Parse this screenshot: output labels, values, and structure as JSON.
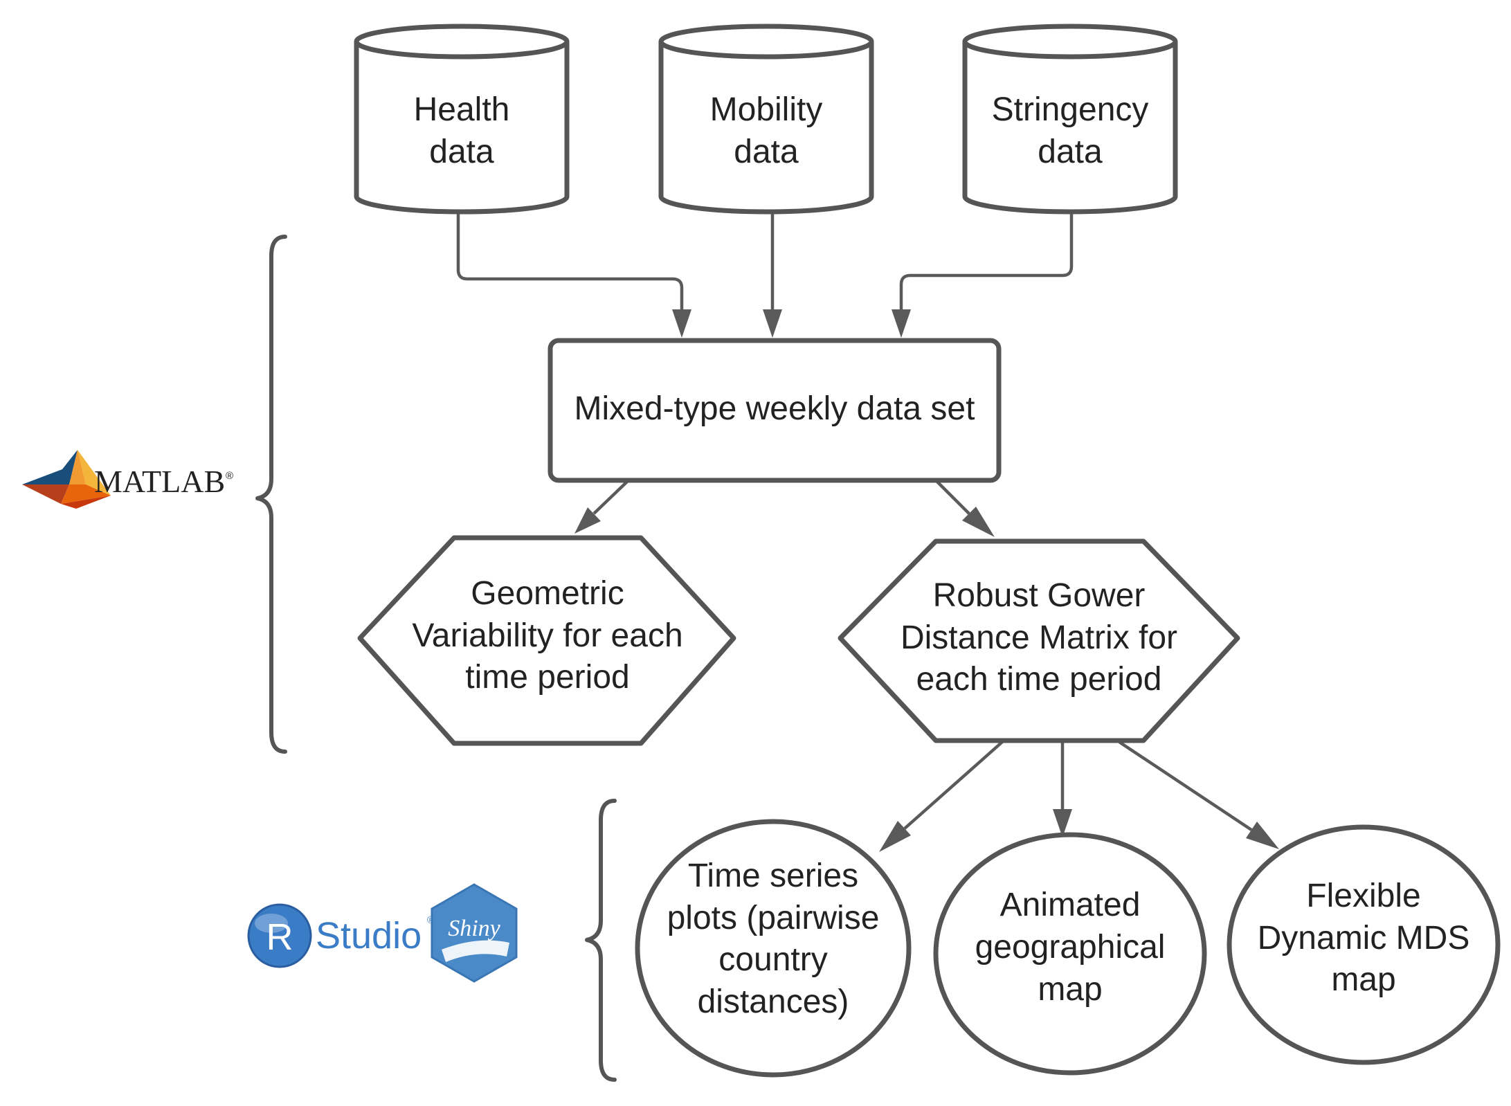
{
  "colors": {
    "stroke": "#555555",
    "text": "#222222",
    "matlab_logo": "#e8650c",
    "rstudio_blue": "#3a7cc6",
    "shiny_blue": "#4a8ac9"
  },
  "logos": {
    "matlab": {
      "icon": "matlab-membrane-icon",
      "wordmark": "MATLAB",
      "mark": "®"
    },
    "rstudio": {
      "icon": "rstudio-r-icon",
      "ball_letter": "R",
      "wordmark": "Studio",
      "mark": "®"
    },
    "shiny": {
      "icon": "shiny-hexagon-icon",
      "wordmark": "Shiny"
    }
  },
  "nodes": {
    "health": {
      "shape": "cylinder",
      "lines": [
        "Health",
        "data"
      ]
    },
    "mobility": {
      "shape": "cylinder",
      "lines": [
        "Mobility",
        "data"
      ]
    },
    "stringency": {
      "shape": "cylinder",
      "lines": [
        "Stringency",
        "data"
      ]
    },
    "dataset": {
      "shape": "rectangle",
      "lines": [
        "Mixed-type weekly data set"
      ]
    },
    "geometric": {
      "shape": "hexagon",
      "lines": [
        "Geometric",
        "Variability for each",
        "time period"
      ]
    },
    "gower": {
      "shape": "hexagon",
      "lines": [
        "Robust Gower",
        "Distance Matrix for",
        "each time period"
      ]
    },
    "timeseries": {
      "shape": "ellipse",
      "lines": [
        "Time series",
        "plots (pairwise",
        "country",
        "distances)"
      ]
    },
    "animated": {
      "shape": "ellipse",
      "lines": [
        "Animated",
        "geographical",
        "map"
      ]
    },
    "mds": {
      "shape": "ellipse",
      "lines": [
        "Flexible",
        "Dynamic MDS",
        "map"
      ]
    }
  },
  "edges": [
    [
      "health",
      "dataset"
    ],
    [
      "mobility",
      "dataset"
    ],
    [
      "stringency",
      "dataset"
    ],
    [
      "dataset",
      "geometric"
    ],
    [
      "dataset",
      "gower"
    ],
    [
      "gower",
      "timeseries"
    ],
    [
      "gower",
      "animated"
    ],
    [
      "gower",
      "mds"
    ]
  ],
  "groups": [
    {
      "tool": "matlab",
      "members": [
        "dataset",
        "geometric",
        "gower"
      ]
    },
    {
      "tool": "rstudio-shiny",
      "members": [
        "timeseries",
        "animated",
        "mds"
      ]
    }
  ]
}
